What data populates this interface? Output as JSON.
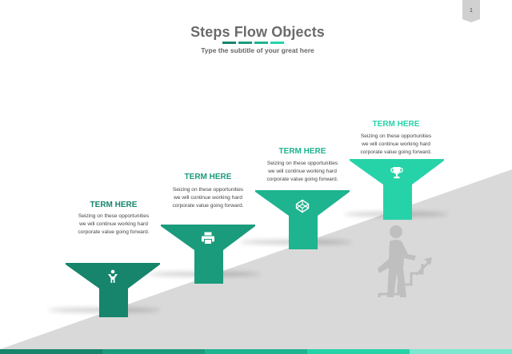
{
  "page_number": "1",
  "title": "Steps Flow Objects",
  "subtitle": "Type the subtitle of your great here",
  "colors": {
    "dark": "#16856b",
    "mid1": "#1a9b7c",
    "mid2": "#1db48f",
    "light": "#26d3a9",
    "gray": "#d9d9d9",
    "icon_gray": "#bfbfbf"
  },
  "steps": [
    {
      "term": "TERM HERE",
      "desc": [
        "Seizing on these opportunities",
        "we will continue working hard",
        "corporate value going forward."
      ],
      "icon": "person-icon"
    },
    {
      "term": "TERM HERE",
      "desc": [
        "Seizing on these opportunities",
        "we will continue working hard",
        "corporate value going forward."
      ],
      "icon": "printer-icon"
    },
    {
      "term": "TERM HERE",
      "desc": [
        "Seizing on these opportunities",
        "we will continue working hard",
        "corporate value going forward."
      ],
      "icon": "codepen-icon"
    },
    {
      "term": "TERM HERE",
      "desc": [
        "Seizing on these opportunities",
        "we will continue working hard",
        "corporate value going forward."
      ],
      "icon": "trophy-icon"
    }
  ],
  "decor_icon": "climbing-stairs-icon"
}
